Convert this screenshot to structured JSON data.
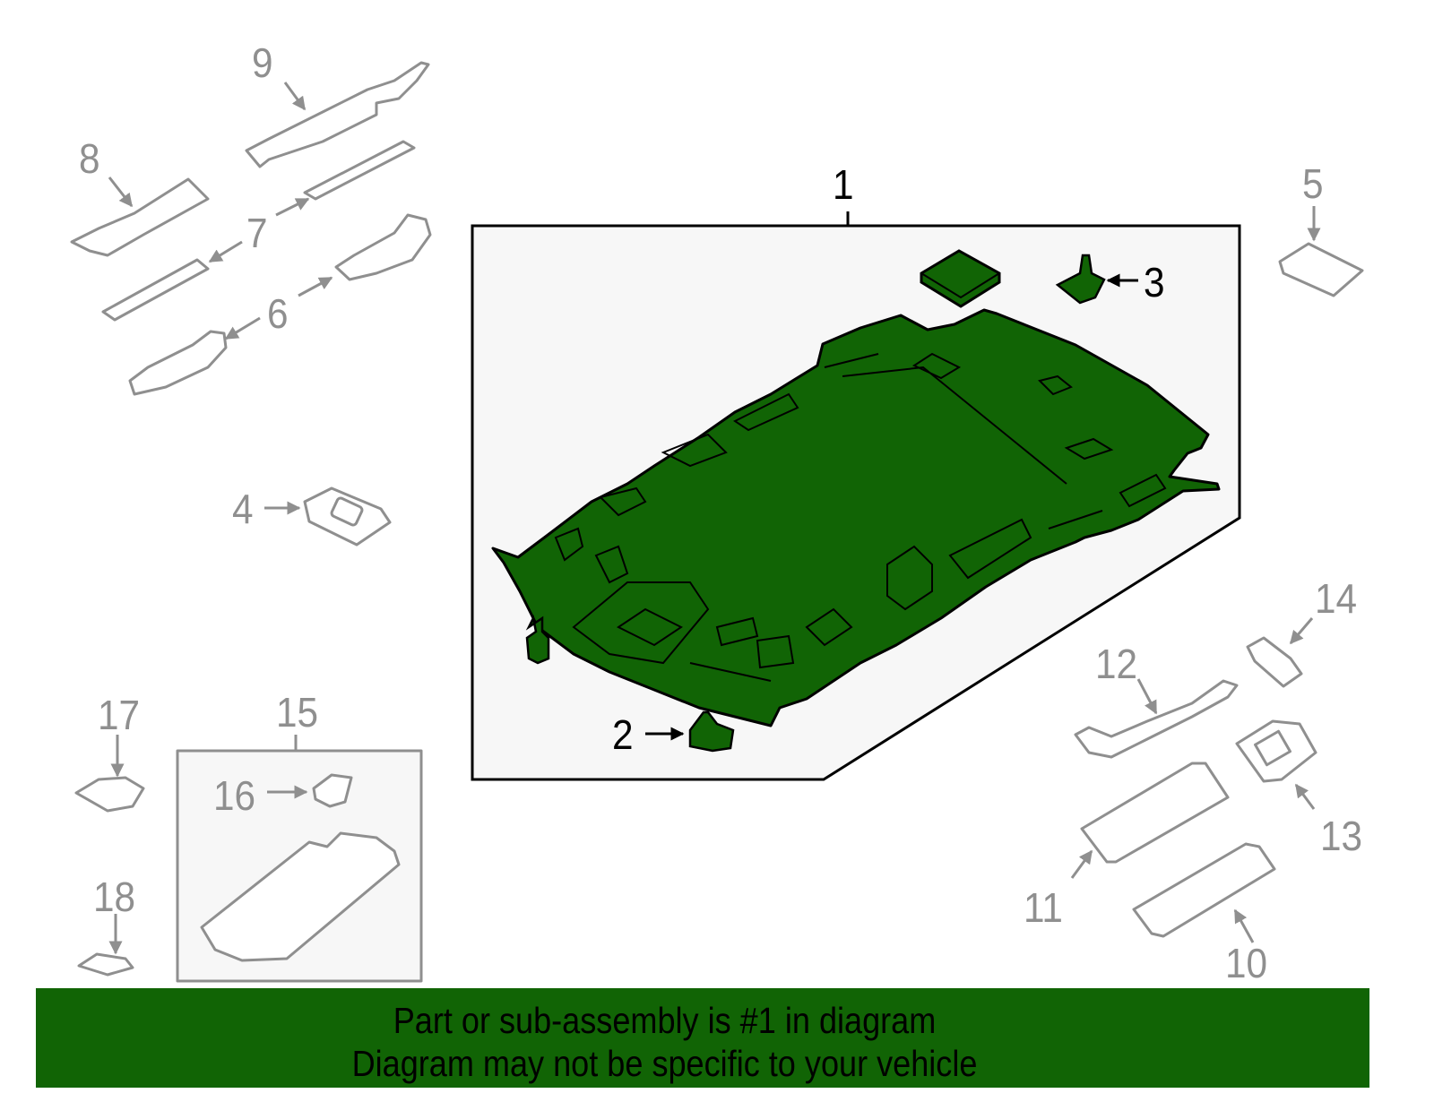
{
  "diagram": {
    "title": "Headliner / roof interior parts diagram",
    "highlight_color": "#116405",
    "outline_color_gray": "#8f8f8f",
    "outline_color_black": "#000000",
    "callouts": [
      {
        "id": "1",
        "label": "1",
        "highlighted": true
      },
      {
        "id": "2",
        "label": "2",
        "highlighted": true
      },
      {
        "id": "3",
        "label": "3",
        "highlighted": true
      },
      {
        "id": "4",
        "label": "4",
        "highlighted": false
      },
      {
        "id": "5",
        "label": "5",
        "highlighted": false
      },
      {
        "id": "6",
        "label": "6",
        "highlighted": false
      },
      {
        "id": "7",
        "label": "7",
        "highlighted": false
      },
      {
        "id": "8",
        "label": "8",
        "highlighted": false
      },
      {
        "id": "9",
        "label": "9",
        "highlighted": false
      },
      {
        "id": "10",
        "label": "10",
        "highlighted": false
      },
      {
        "id": "11",
        "label": "11",
        "highlighted": false
      },
      {
        "id": "12",
        "label": "12",
        "highlighted": false
      },
      {
        "id": "13",
        "label": "13",
        "highlighted": false
      },
      {
        "id": "14",
        "label": "14",
        "highlighted": false
      },
      {
        "id": "15",
        "label": "15",
        "highlighted": false
      },
      {
        "id": "16",
        "label": "16",
        "highlighted": false
      },
      {
        "id": "17",
        "label": "17",
        "highlighted": false
      },
      {
        "id": "18",
        "label": "18",
        "highlighted": false
      }
    ]
  },
  "banner": {
    "line1": "Part or sub-assembly is #1 in diagram",
    "line2": "Diagram may not be specific to your vehicle",
    "background": "#116405"
  }
}
